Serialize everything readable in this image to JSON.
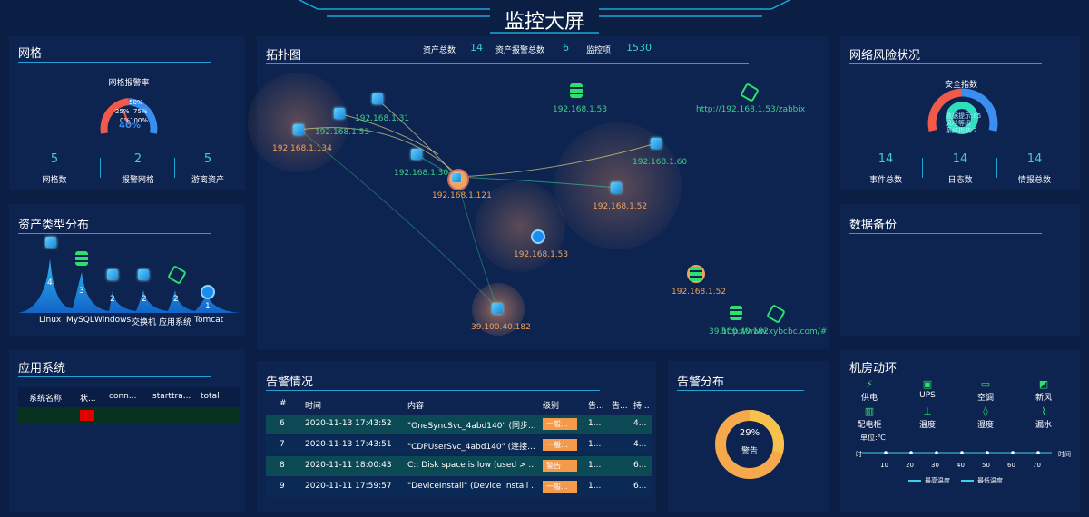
{
  "header": {
    "title": "监控大屏"
  },
  "grid": {
    "title": "网格",
    "gauge_label": "网格报警率",
    "gauge_ticks": [
      "50%",
      "25%",
      "75%",
      "0%",
      "100%"
    ],
    "gauge_value": "40%",
    "stats": [
      {
        "value": "5",
        "label": "网格数"
      },
      {
        "value": "2",
        "label": "报警网格"
      },
      {
        "value": "5",
        "label": "游离资产"
      }
    ]
  },
  "asset_types": {
    "title": "资产类型分布",
    "items": [
      {
        "label": "Linux",
        "value": "4",
        "icon": "server-cube-icon"
      },
      {
        "label": "MySQL",
        "value": "3",
        "icon": "database-icon"
      },
      {
        "label": "Windows",
        "value": "2",
        "icon": "server-cube-icon"
      },
      {
        "label": "交换机",
        "value": "2",
        "icon": "server-cube-icon"
      },
      {
        "label": "应用系统",
        "value": "2",
        "icon": "app-system-icon"
      },
      {
        "label": "Tomcat",
        "value": "1",
        "icon": "tomcat-icon"
      }
    ]
  },
  "topology": {
    "title": "拓扑图",
    "summary": [
      {
        "label": "资产总数",
        "value": "14"
      },
      {
        "label": "资产报警总数",
        "value": "6"
      },
      {
        "label": "监控项",
        "value": "1530"
      }
    ],
    "nodes": [
      {
        "label": "192.168.1.134",
        "color": "#f2a35b"
      },
      {
        "label": "192.168.1.53",
        "color": "#3ed08c"
      },
      {
        "label": "192.168.1.31",
        "color": "#3ed08c"
      },
      {
        "label": "192.168.1.30",
        "color": "#3ed08c"
      },
      {
        "label": "192.168.1.121",
        "color": "#f2a35b"
      },
      {
        "label": "192.168.1.53",
        "color": "#3ed08c"
      },
      {
        "label": "http://192.168.1.53/zabbix",
        "color": "#3ed08c"
      },
      {
        "label": "192.168.1.60",
        "color": "#3ed08c"
      },
      {
        "label": "192.168.1.52",
        "color": "#f2a35b"
      },
      {
        "label": "192.168.1.53",
        "color": "#f2a35b"
      },
      {
        "label": "192.168.1.52",
        "color": "#f2a35b"
      },
      {
        "label": "39.100.40.182",
        "color": "#f2a35b"
      },
      {
        "label": "39.100.40.182",
        "color": "#3ed08c"
      },
      {
        "label": "http://www.xybcbc.com/#",
        "color": "#3ed08c"
      }
    ]
  },
  "risk": {
    "title": "网络风险状况",
    "gauge_label": "安全指数",
    "gauge_lines": [
      "数据提示:85",
      "风险等级",
      "系统指数:2"
    ],
    "stats": [
      {
        "value": "14",
        "label": "事件总数"
      },
      {
        "value": "14",
        "label": "日志数"
      },
      {
        "value": "14",
        "label": "情报总数"
      }
    ]
  },
  "backup": {
    "title": "数据备份"
  },
  "apps": {
    "title": "应用系统",
    "columns": [
      "系统名称",
      "状...",
      "conn...",
      "starttra...",
      "total"
    ],
    "status_color": "#e00000"
  },
  "alarms": {
    "title": "告警情况",
    "columns": [
      "#",
      "时间",
      "内容",
      "级别",
      "告...",
      "告...",
      "持..."
    ],
    "rows": [
      {
        "id": "6",
        "time": "2020-11-13 17:43:52",
        "content": "\"OneSyncSvc_4abd140\" (同步...",
        "level": "一般...",
        "a": "1...",
        "b": "",
        "c": "4..."
      },
      {
        "id": "7",
        "time": "2020-11-13 17:43:51",
        "content": "\"CDPUserSvc_4abd140\" (连接...",
        "level": "一般...",
        "a": "1...",
        "b": "",
        "c": "4..."
      },
      {
        "id": "8",
        "time": "2020-11-11 18:00:43",
        "content": "C:: Disk space is low (used > ...",
        "level": "警告",
        "a": "1...",
        "b": "",
        "c": "6..."
      },
      {
        "id": "9",
        "time": "2020-11-11 17:59:57",
        "content": "\"DeviceInstall\" (Device Install ...",
        "level": "一般...",
        "a": "1...",
        "b": "",
        "c": "6..."
      }
    ]
  },
  "alarm_dist": {
    "title": "告警分布",
    "percent": "29%",
    "label": "警告",
    "fraction": 0.29,
    "colors": {
      "main": "#f6a84c",
      "rest": "#f7c24c"
    }
  },
  "room": {
    "title": "机房动环",
    "items": [
      {
        "label": "供电",
        "icon": "power-icon"
      },
      {
        "label": "UPS",
        "icon": "ups-icon"
      },
      {
        "label": "空调",
        "icon": "air-conditioner-icon"
      },
      {
        "label": "新风",
        "icon": "fresh-air-icon"
      },
      {
        "label": "配电柜",
        "icon": "cabinet-icon"
      },
      {
        "label": "温度",
        "icon": "thermometer-icon"
      },
      {
        "label": "湿度",
        "icon": "humidity-icon"
      },
      {
        "label": "漏水",
        "icon": "water-leak-icon"
      }
    ],
    "unit": "单位:℃",
    "axis_start": "时",
    "axis_end": "时间",
    "ticks": [
      "10",
      "20",
      "30",
      "40",
      "50",
      "60",
      "70"
    ],
    "legend": [
      "最高温度",
      "最低温度"
    ]
  }
}
